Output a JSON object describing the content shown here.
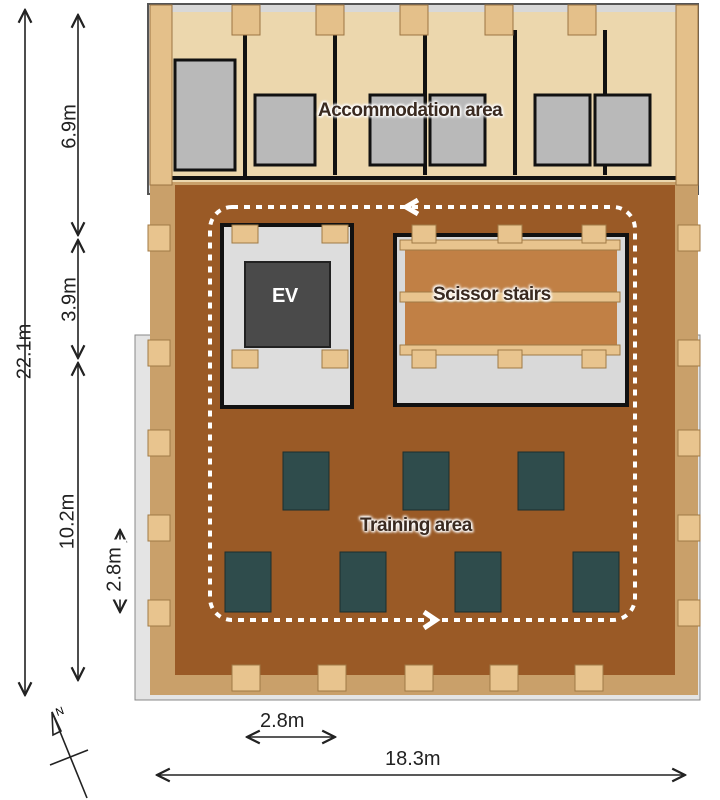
{
  "plan": {
    "areas": {
      "accommodation": "Accommodation area",
      "elevator": "EV",
      "stairs": "Scissor stairs",
      "training": "Training area"
    },
    "dimensions": {
      "total_height": "22.1m",
      "accommodation_depth": "6.9m",
      "core_depth": "3.9m",
      "training_depth": "10.2m",
      "bay_depth": "2.8m",
      "bay_width": "2.8m",
      "total_width": "18.3m"
    },
    "north_label": "N",
    "colors": {
      "floor": "#9a5a26",
      "timber": "#e8c48e",
      "wall": "#111111",
      "table": "#2f4c4c",
      "circulation": "#ffffff"
    }
  }
}
